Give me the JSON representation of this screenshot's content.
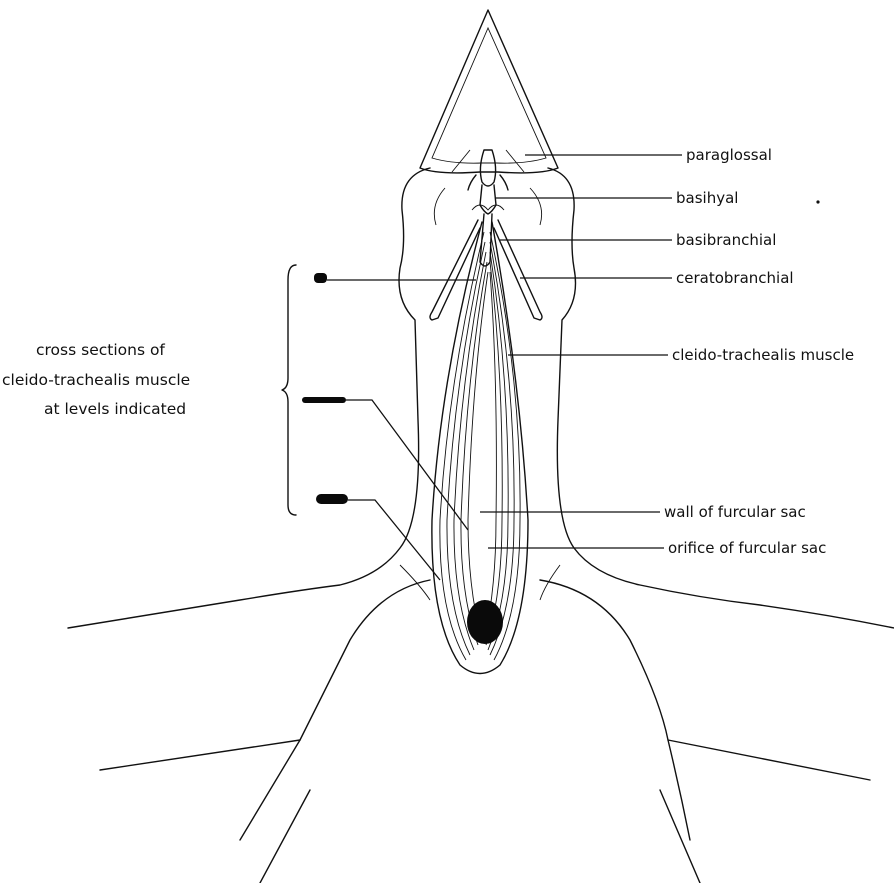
{
  "labels": {
    "paraglossal": "paraglossal",
    "basihyal": "basihyal",
    "basibranchial": "basibranchial",
    "ceratobranchial": "ceratobranchial",
    "cleido_trachealis_muscle": "cleido-trachealis muscle",
    "wall_of_furcular_sac": "wall of furcular sac",
    "orifice_of_furcular_sac": "orifice of furcular sac"
  },
  "side_note": {
    "line1": "cross sections of",
    "line2": "cleido-trachealis muscle",
    "line3": "at levels indicated"
  }
}
